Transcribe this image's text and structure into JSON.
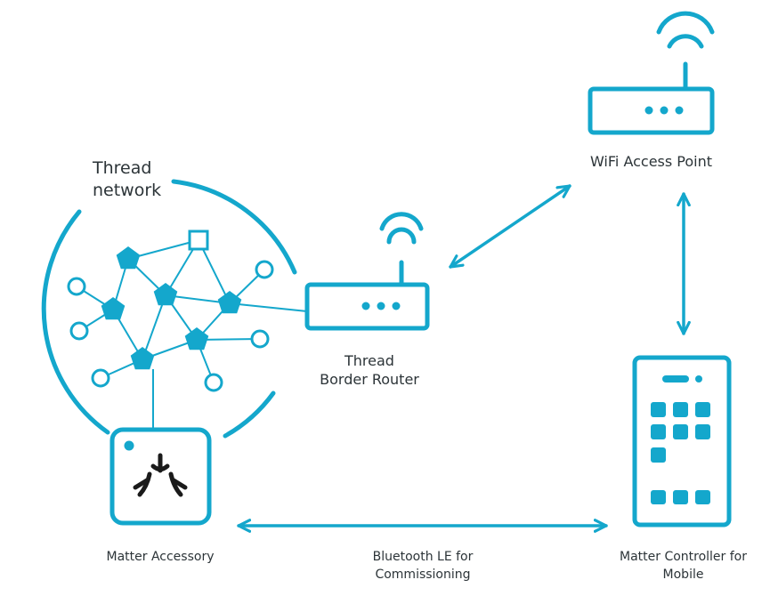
{
  "colors": {
    "accent": "#14a7cc",
    "text": "#2c3438",
    "logo": "#1a1a1a",
    "background": "#ffffff"
  },
  "labels": {
    "thread_network": [
      "Thread",
      "network"
    ],
    "wifi_access_point": "WiFi Access Point",
    "thread_border_router": [
      "Thread",
      "Border Router"
    ],
    "matter_accessory": "Matter Accessory",
    "bluetooth": [
      "Bluetooth LE for",
      "Commissioning"
    ],
    "matter_controller": [
      "Matter Controller for",
      "Mobile"
    ]
  },
  "icons": {
    "wifi_ap": "router-icon",
    "border_router": "router-icon",
    "accessory": "matter-logo-icon",
    "controller": "smartphone-icon"
  }
}
